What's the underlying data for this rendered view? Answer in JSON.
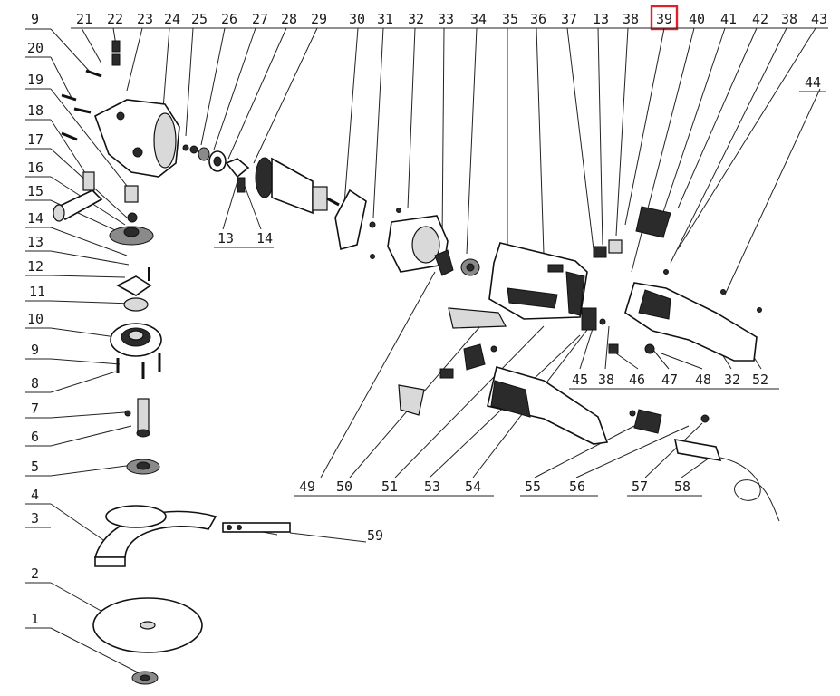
{
  "highlight_color": "#e0202a",
  "labels": {
    "top": [
      "21",
      "22",
      "23",
      "24",
      "25",
      "26",
      "27",
      "28",
      "29",
      "30",
      "31",
      "32",
      "33",
      "34",
      "35",
      "36",
      "37",
      "13",
      "38",
      "39",
      "40",
      "41",
      "42",
      "38",
      "43"
    ],
    "left_9a": "9",
    "left": [
      "20",
      "19",
      "18",
      "17",
      "16",
      "15",
      "14",
      "13",
      "12",
      "11",
      "10",
      "9",
      "8",
      "7",
      "6",
      "5",
      "4",
      "3",
      "2",
      "1"
    ],
    "armature_sub": [
      "13",
      "14"
    ],
    "label_44": "44",
    "bottom": [
      "49",
      "50",
      "51",
      "53",
      "54",
      "55",
      "56",
      "57",
      "58"
    ],
    "mid_row": [
      "45",
      "38",
      "46",
      "47",
      "48",
      "32",
      "52"
    ],
    "label_59": "59"
  },
  "highlighted_label": "39"
}
